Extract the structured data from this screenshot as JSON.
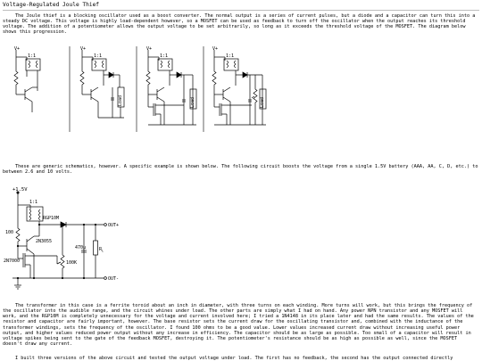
{
  "page_title": "Voltage-Regulated Joule Thief",
  "paragraphs": [
    "The Joule thief is a blocking oscillator used as a boost converter. The normal output is a series of current pulses, but a diode and a capacitor can turn this into a steady DC voltage. This voltage is highly load-dependent however, so a MOSFET can be used as feedback to turn off the oscillator when the output reaches its threshold voltage. The addition of a potentiometer allows the output voltage to be set arbitrarily, so long as it exceeds the threshold voltage of the MOSFET. The diagram below shows this progression.",
    "These are generic schematics, however. A specific example is shown below. The following circuit boosts the voltage from a single 1.5V battery (AAA, AA, C, D, etc.) to between 2.6 and 10 volts.",
    "The transformer in this case is a ferrite toroid about an inch in diameter, with three turns on each winding. More turns will work, but this brings the frequency of the oscillator into the audible range, and the circuit whines under load. The other parts are simply what I had on hand. Any power NPN transistor and any MOSFET will work, and the RGP10M is completely unnecessary for the voltage and current involved here; I tried a 1N4148 in its place later and had the same results. The values of the resistor and capacitor are fairly important, however. The base resistor sets the current draw for the oscillating transistor and, combined with the inductance of the transformer windings, sets the frequency of the oscillator. I found 100 ohms to be a good value. Lower values increased current draw without increasing useful power output, and higher values reduced power output without any increase in efficiency. The capacitor should be as large as possible. Too small of a capacitor will result in voltage spikes being sent to the gate of the feedback MOSFET, destroying it. The potentiometer's resistance should be as high as possible as well, since the MOSFET doesn't draw any current.",
    "I built three versions of the above circuit and tested the output voltage under load. The first has no feedback, the second has the output connected directly"
  ],
  "schematics_row": {
    "supply_labels": [
      "V+",
      "V+",
      "V+",
      "V+"
    ],
    "ratio_label": "1:1",
    "load_label": "Load"
  },
  "specific_circuit": {
    "battery_label": "+1.5V",
    "ratio_label": "1:1",
    "diode_label": "RGP10M",
    "resistor_label": "100",
    "npn_label": "2N3055",
    "mosfet_label": "2N7000",
    "pot_label": "100K",
    "cap_label": "470µ",
    "load_r_label": "R",
    "load_r_sub": "L",
    "out_plus_label": "OUT+",
    "out_minus_label": "OUT-"
  }
}
